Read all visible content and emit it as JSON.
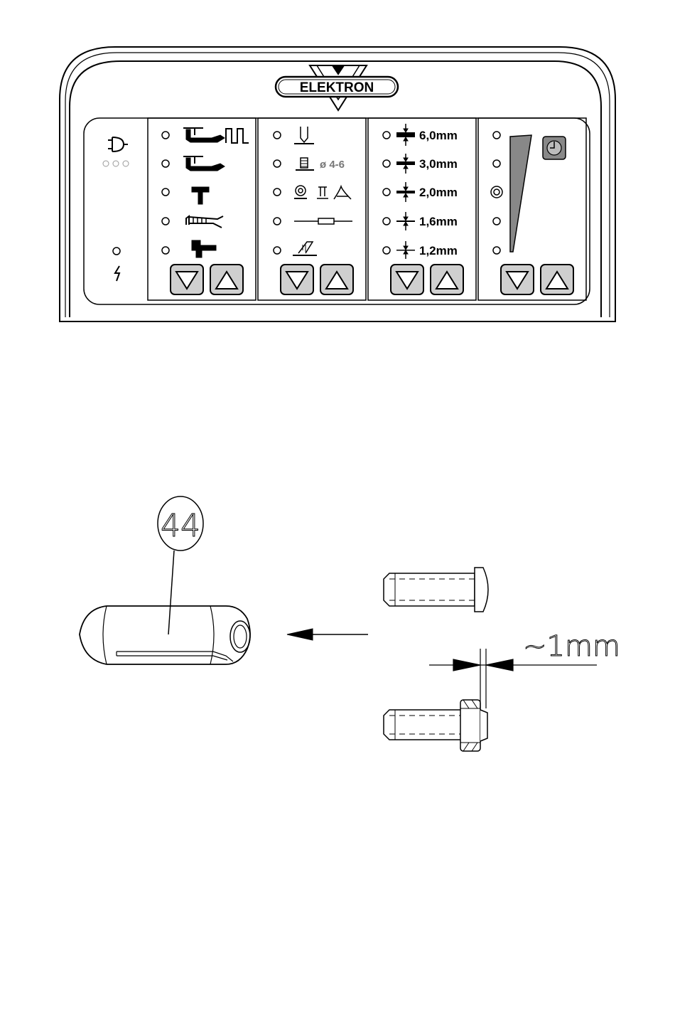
{
  "brand": {
    "name": "ELEKTRON"
  },
  "panel": {
    "thickness_labels": [
      "6,0mm",
      "3,0mm",
      "2,0mm",
      "1,6mm",
      "1,2mm"
    ],
    "rivet_size_label": "ø 4-6"
  },
  "parts": {
    "part_number": "44",
    "gap_label": "~1mm"
  },
  "colors": {
    "line": "#000000",
    "panel_fill": "#ffffff",
    "button_fill": "#cfcfcf",
    "wedge_fill": "#888888"
  }
}
